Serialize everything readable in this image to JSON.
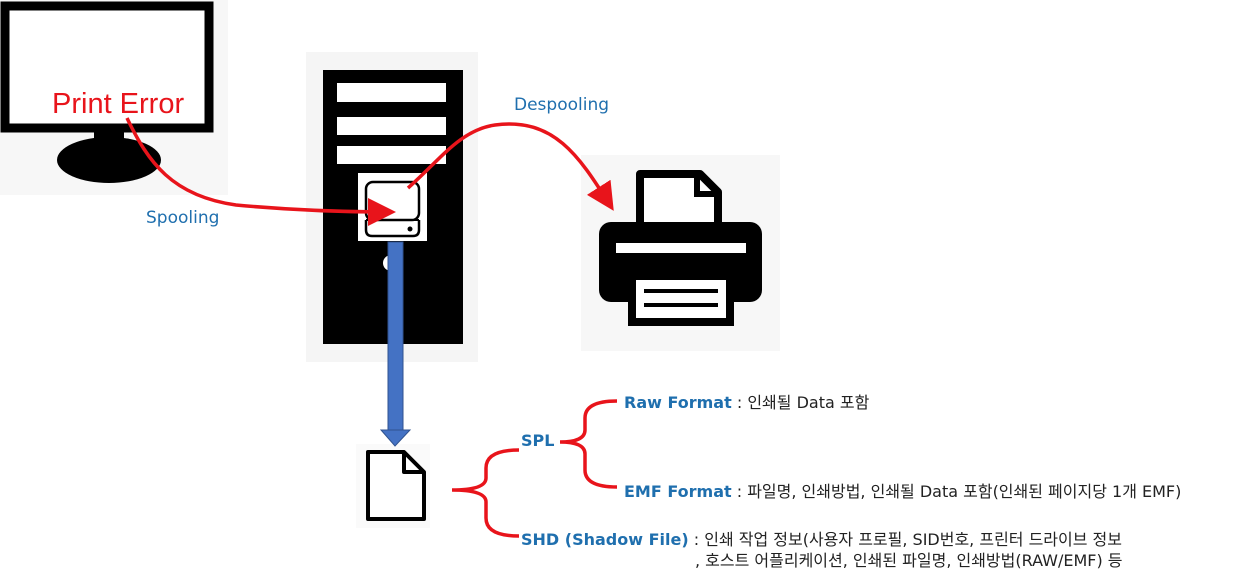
{
  "monitor": {
    "message": "Print Error"
  },
  "flows": {
    "spooling": "Spooling",
    "despooling": "Despooling"
  },
  "files": {
    "spl": {
      "label": "SPL",
      "raw": {
        "name": "Raw Format",
        "desc": ": 인쇄될 Data 포함"
      },
      "emf": {
        "name": "EMF Format",
        "desc": ": 파일명, 인쇄방법, 인쇄될 Data 포함(인쇄된 페이지당 1개 EMF)"
      }
    },
    "shd": {
      "name": "SHD (Shadow File)",
      "desc_line1": ": 인쇄 작업 정보(사용자 프로필, SID번호, 프린터 드라이브 정보",
      "desc_line2": ", 호스트 어플리케이션, 인쇄된 파일명, 인쇄방법(RAW/EMF) 등"
    }
  },
  "colors": {
    "arrow_red": "#e8141b",
    "arrow_blue": "#4472c4",
    "label_blue": "#1f6fae",
    "icon_black": "#000000"
  }
}
